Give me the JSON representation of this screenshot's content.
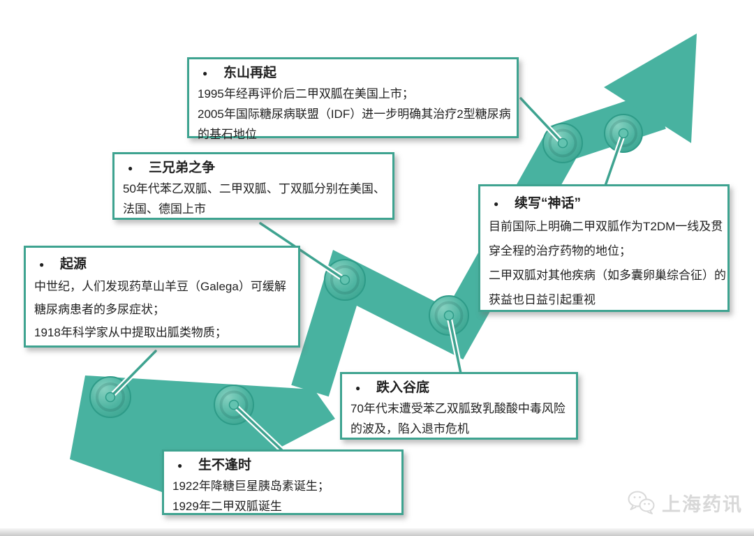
{
  "colors": {
    "arrow": "#48b2a0",
    "box_border": "#3ea390",
    "node_rim": "#2e9b88",
    "text": "#1f1f1f",
    "watermark": "#d8d8d8"
  },
  "bullet": "●",
  "boxes": {
    "comeback": {
      "title": "东山再起",
      "lines": [
        "1995年经再评价后二甲双胍在美国上市；",
        "2005年国际糖尿病联盟（IDF）进一步明确其治疗2型糖尿病",
        "的基石地位"
      ]
    },
    "brothers": {
      "title": "三兄弟之争",
      "lines": [
        "50年代苯乙双胍、二甲双胍、丁双胍分别在美国、",
        "法国、德国上市"
      ]
    },
    "origin": {
      "title": "起源",
      "lines": [
        "中世纪，人们发现药草山羊豆（Galega）可缓解",
        "糖尿病患者的多尿症状；",
        "1918年科学家从中提取出胍类物质；"
      ]
    },
    "myth": {
      "title": "续写“神话”",
      "lines": [
        "目前国际上明确二甲双胍作为T2DM一线及贯",
        "穿全程的治疗药物的地位；",
        "二甲双胍对其他疾病（如多囊卵巢综合征）的",
        "获益也日益引起重视"
      ]
    },
    "valley": {
      "title": "跌入谷底",
      "lines": [
        "70年代末遭受苯乙双胍致乳酸酸中毒风险",
        "的波及，陷入退市危机"
      ]
    },
    "wrongtime": {
      "title": "生不逢时",
      "lines": [
        "1922年降糖巨星胰岛素诞生；",
        "1929年二甲双胍诞生"
      ]
    }
  },
  "watermark": {
    "text": "上海药讯"
  }
}
